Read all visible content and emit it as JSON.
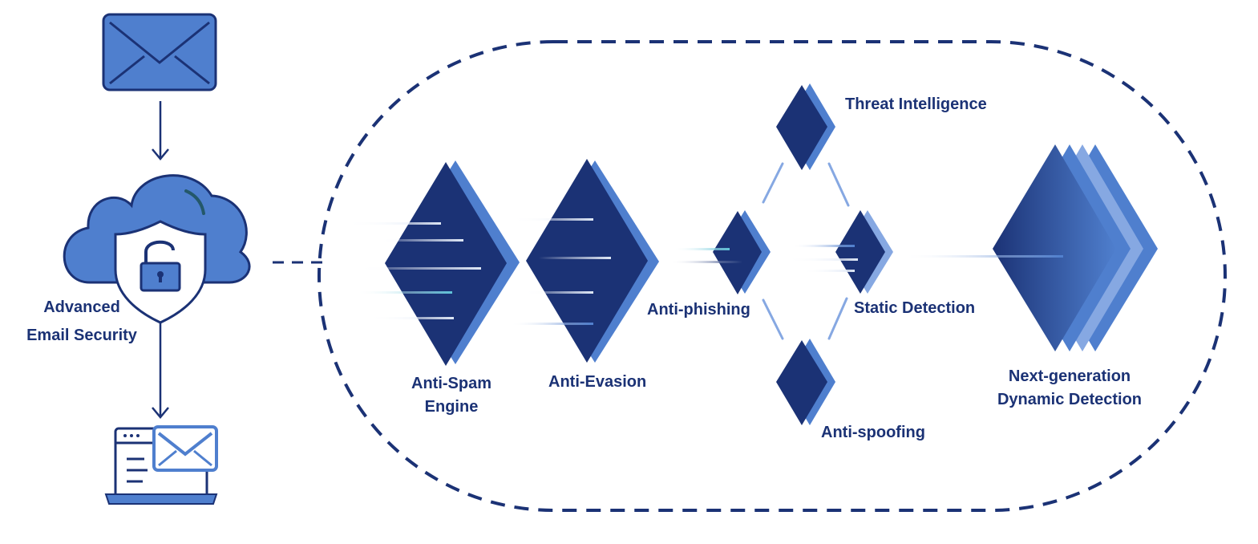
{
  "colors": {
    "navy": "#1b3275",
    "mid_blue": "#4f7fce",
    "light_blue": "#86a8e2",
    "cyan_accent": "#5fc3d8",
    "text": "#1b3275"
  },
  "flow": {
    "security_label_line1": "Advanced",
    "security_label_line2": "Email Security"
  },
  "stages": {
    "anti_spam": {
      "line1": "Anti-Spam",
      "line2": "Engine"
    },
    "anti_evasion": "Anti-Evasion",
    "anti_phishing": "Anti-phishing",
    "threat_intelligence": "Threat Intelligence",
    "static_detection": "Static Detection",
    "anti_spoofing": "Anti-spoofing",
    "next_gen": {
      "line1": "Next-generation",
      "line2": "Dynamic Detection"
    }
  },
  "icons": {
    "incoming": "envelope-icon",
    "security": "cloud-shield-padlock-icon",
    "delivered": "laptop-envelope-icon"
  }
}
